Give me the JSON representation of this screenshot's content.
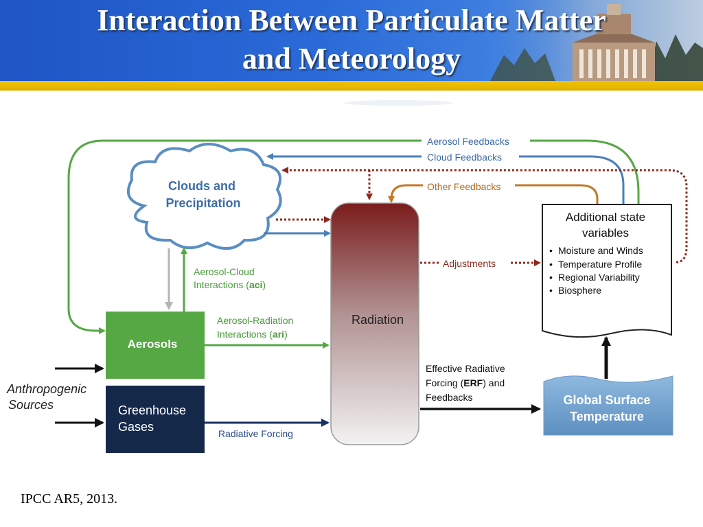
{
  "slide": {
    "title_line1": "Interaction Between Particulate Matter",
    "title_line2": "and Meteorology",
    "citation": "IPCC AR5, 2013."
  },
  "colors": {
    "header_blue": "#2a6ad8",
    "header_stripe": "#f2c300",
    "aerosol_green": "#55a844",
    "cloud_blue": "#4a7fb8",
    "feedback_darkred": "#8b2a1e",
    "other_orange": "#c07a2a",
    "ghg_navy": "#14284a",
    "global_temp_blue": "#7aa8d2"
  },
  "diagram": {
    "clouds_label_line1": "Clouds and",
    "clouds_label_line2": "Precipitation",
    "aerosols_label": "Aerosols",
    "ghg_label_line1": "Greenhouse",
    "ghg_label_line2": "Gases",
    "radiation_label": "Radiation",
    "sources_label_line1": "Anthropogenic",
    "sources_label_line2": "Sources",
    "aerosol_feedbacks": "Aerosol Feedbacks",
    "cloud_feedbacks": "Cloud Feedbacks",
    "other_feedbacks": "Other Feedbacks",
    "adjustments": "Adjustments",
    "aci_line1": "Aerosol-Cloud",
    "aci_line2_prefix": "Interactions (",
    "aci_abbr": "aci",
    "ari_line1": "Aerosol-Radiation",
    "ari_line2_prefix": "Interactions (",
    "ari_abbr": "ari",
    "close_paren": ")",
    "radiative_forcing": "Radiative Forcing",
    "erf_line1": "Effective Radiative",
    "erf_line2_prefix": "Forcing (",
    "erf_abbr": "ERF",
    "erf_line2_suffix": ") and",
    "erf_line3": "Feedbacks",
    "state_vars_title_line1": "Additional state",
    "state_vars_title_line2": "variables",
    "state_vars_items": [
      "Moisture and Winds",
      "Temperature Profile",
      "Regional Variability",
      "Biosphere"
    ],
    "bullet": "•",
    "global_temp_line1": "Global Surface",
    "global_temp_line2": "Temperature"
  }
}
